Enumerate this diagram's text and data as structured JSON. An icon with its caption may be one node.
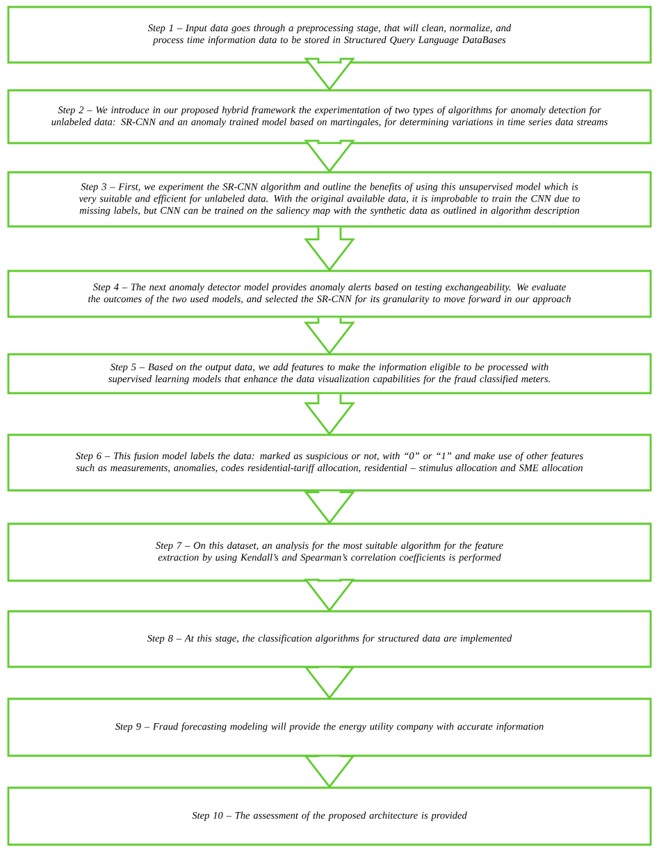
{
  "diagram": {
    "nodes": [
      {
        "text": [
          "Step 1 – Input data goes through a preprocessing stage, that will clean, normalize, and process time information data to be stored in Structured Query Language DataBases"
        ]
      },
      {
        "text": [
          "Step 2 – We introduce in our proposed hybrid framework the experimentation of two types of algorithms for anomaly detection for unlabeled data: SR-CNN and an anomaly trained model based on martingales, for determining variations in time series data streams"
        ]
      },
      {
        "text": [
          "Step 3 – First, we experiment the SR-CNN algorithm and outline the benefits of using this unsupervised model which is very suitable and efficient for unlabeled data. With the original available data, it is improbable to train the CNN due to missing labels, but CNN can be trained on the saliency map with the synthetic data as outlined in algorithm description"
        ]
      },
      {
        "text": [
          "Step 4 – The next anomaly detector model provides anomaly alerts based on testing exchangeability. We evaluate the outcomes of the two used models, and selected the SR-CNN for its granularity to move forward in our approach"
        ]
      },
      {
        "text": [
          "Step 5 – Based on the output data, we add features to make the information eligible to be processed with supervised learning models that enhance the data visualization capabilities for the fraud classified meters."
        ]
      },
      {
        "text": [
          "Step 6 – This fusion model labels the data: marked as suspicious or not, with “0” or “1” and make use of other features such as measurements, anomalies, codes residential-tariff allocation, residential – stimulus allocation and SME allocation"
        ]
      },
      {
        "text": [
          "Step 7 – On this dataset, an analysis for the most suitable algorithm for the feature extraction by using Kendall’s and Spearman’s correlation coefficients is performed"
        ]
      },
      {
        "text": [
          "Step 8 – At this stage, the classification algorithms for structured data are implemented"
        ]
      },
      {
        "text": [
          "Step 9 – Fraud forecasting modeling will provide the energy utility company with accurate information"
        ]
      },
      {
        "text": [
          "Step 10 – The assessment of the proposed architecture is provided"
        ]
      }
    ],
    "edges": [
      {
        "from": 0,
        "to": 1,
        "arrow": "to"
      },
      {
        "from": 1,
        "to": 2,
        "arrow": "to"
      },
      {
        "from": 2,
        "to": 3,
        "arrow": "to"
      },
      {
        "from": 3,
        "to": 4,
        "arrow": "to"
      },
      {
        "from": 4,
        "to": 5,
        "arrow": "to"
      },
      {
        "from": 5,
        "to": 6,
        "arrow": "to"
      },
      {
        "from": 6,
        "to": 7,
        "arrow": "to"
      },
      {
        "from": 7,
        "to": 8,
        "arrow": "to"
      },
      {
        "from": 8,
        "to": 9,
        "arrow": "to"
      }
    ]
  }
}
